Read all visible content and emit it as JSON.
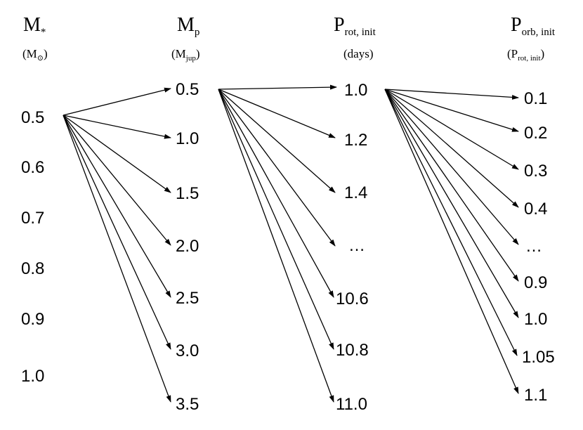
{
  "columns": [
    {
      "header": {
        "main": "M",
        "sub": "*",
        "unit_main": "(M",
        "unit_sub": "⊙",
        "unit_close": ")"
      },
      "values": [
        "0.5",
        "0.6",
        "0.7",
        "0.8",
        "0.9",
        "1.0"
      ]
    },
    {
      "header": {
        "main": "M",
        "sub": "p",
        "unit_main": "(M",
        "unit_sub": "jup",
        "unit_close": ")"
      },
      "values": [
        "0.5",
        "1.0",
        "1.5",
        "2.0",
        "2.5",
        "3.0",
        "3.5"
      ]
    },
    {
      "header": {
        "main": "P",
        "sub": "rot, init",
        "unit_main": "(days)",
        "unit_sub": "",
        "unit_close": ""
      },
      "values": [
        "1.0",
        "1.2",
        "1.4",
        "…",
        "10.6",
        "10.8",
        "11.0"
      ]
    },
    {
      "header": {
        "main": "P",
        "sub": "orb, init",
        "unit_main": "(P",
        "unit_sub": "rot, init",
        "unit_close": ")"
      },
      "values": [
        "0.1",
        "0.2",
        "0.3",
        "0.4",
        "…",
        "0.9",
        "1.0",
        "1.05",
        "1.1"
      ]
    }
  ]
}
